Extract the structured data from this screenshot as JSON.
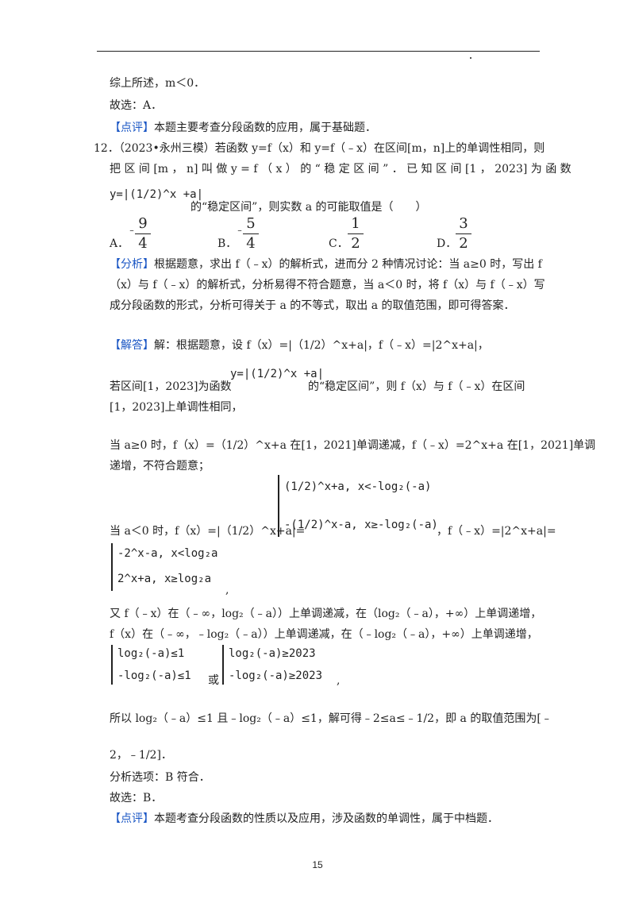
{
  "header": {
    "rule": true
  },
  "top": {
    "l1": "综上所述，m＜0．",
    "l2": "故选：A．",
    "l3_tag": "【点评】",
    "l3": "本题主要考查分段函数的应用，属于基础题．"
  },
  "problem": {
    "l1": "12．（2023•永州三模）若函数 y=f（x）和 y=f（﹣x）在区间[m，n]上的单调性相同，则",
    "l2": "把 区 间 [m ， n] 叫 做 y = f （ x ） 的 “ 稳 定 区 间 ” ． 已 知 区 间 [1 ， 2023] 为 函 数",
    "func": "y=|(1/2)^x +a|",
    "l3": "的“稳定区间”，则实数 a 的可能取值是（　　）",
    "options": [
      {
        "label": "A．",
        "value": "﹣9/4",
        "sign": "﹣",
        "num": "9",
        "den": "4"
      },
      {
        "label": "B．",
        "value": "﹣5/4",
        "sign": "﹣",
        "num": "5",
        "den": "4"
      },
      {
        "label": "C．",
        "value": "1/2",
        "sign": "",
        "num": "1",
        "den": "2"
      },
      {
        "label": "D．",
        "value": "3/2",
        "sign": "",
        "num": "3",
        "den": "2"
      }
    ]
  },
  "analysis": {
    "tag": "【分析】",
    "l1": "根据题意，求出 f（﹣x）的解析式，进而分 2 种情况讨论：当 a≥0 时，写出 f",
    "l2": "（x）与 f（﹣x）的解析式，分析易得不符合题意，当 a＜0 时，将 f（x）与 f（﹣x）写",
    "l3": "成分段函数的形式，分析可得关于 a 的不等式，取出 a 的取值范围，即可得答案．"
  },
  "solution": {
    "tag": "【解答】",
    "s1": "解：根据题意，设 f（x）=|（1/2）^x+a|，f（﹣x）=|2^x+a|，",
    "s2a": "若区间[1，2023]为函数",
    "s2func": "y=|(1/2)^x +a|",
    "s2b": "的“稳定区间”，则 f（x）与 f（﹣x）在区间",
    "s3": "[1，2023]上单调性相同，",
    "s4": "当 a≥0 时，f（x）=（1/2）^x+a 在[1，2021]单调递减，f（﹣x）=2^x+a 在[1，2021]单调",
    "s5": "递增，不符合题意；",
    "s6a": "当 a＜0 时，f（x）=|（1/2）^x+a|=",
    "case1a": "(1/2)^x+a, x<-log₂(-a)",
    "case1b": "-(1/2)^x-a, x≥-log₂(-a)",
    "s6b": "，f（﹣x）=|2^x+a|=",
    "case2a": "-2^x-a, x<log₂a",
    "case2b": "2^x+a, x≥log₂a",
    "s7": "又 f（﹣x）在（﹣∞，log₂（﹣a））上单调递减，在（log₂（﹣a），+∞）上单调递增，",
    "s8": "f（x）在（﹣∞，﹣log₂（﹣a））上单调递减，在（﹣log₂（﹣a），+∞）上单调递增，",
    "sys1a": "log₂(-a)≤1",
    "sys1b": "-log₂(-a)≤1",
    "or": "或",
    "sys2a": "log₂(-a)≥2023",
    "sys2b": "-log₂(-a)≥2023",
    "s9": "所以 log₂（﹣a）≤1 且﹣log₂（﹣a）≤1，解可得﹣2≤a≤﹣1/2，即 a 的取值范围为[﹣",
    "s10": "2，﹣1/2]．",
    "s11": "分析选项：B 符合．",
    "s12": "故选：B．",
    "s13_tag": "【点评】",
    "s13": "本题考查分段函数的性质以及应用，涉及函数的单调性，属于中档题．"
  },
  "page_number": "15",
  "colors": {
    "tag": "#1a56c4",
    "text": "#222222"
  }
}
